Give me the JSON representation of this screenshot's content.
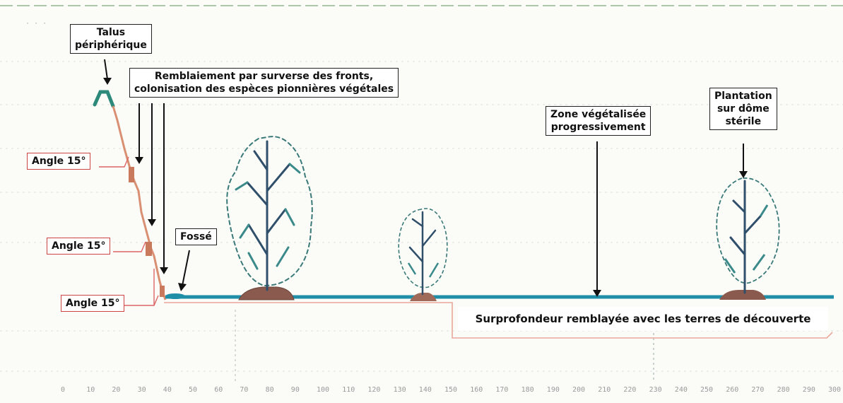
{
  "labels": {
    "talus": [
      "Talus",
      "périphérique"
    ],
    "remblaiement": [
      "Remblaiement par surverse des fronts,",
      "colonisation des espèces pionnières végétales"
    ],
    "zone": [
      "Zone végétalisée",
      "progressivement"
    ],
    "plantation": [
      "Plantation",
      "sur dôme",
      "stérile"
    ],
    "fosse": "Fossé",
    "angles": [
      "Angle 15°",
      "Angle 15°",
      "Angle 15°"
    ],
    "surprofondeur": "Surprofondeur remblayée avec les terres de découverte"
  },
  "x_ticks": [
    "0",
    "10",
    "20",
    "30",
    "40",
    "50",
    "60",
    "70",
    "80",
    "90",
    "100",
    "110",
    "120",
    "130",
    "140",
    "150",
    "160",
    "170",
    "180",
    "190",
    "200",
    "210",
    "220",
    "230",
    "240",
    "250",
    "260",
    "270",
    "280",
    "290",
    "300"
  ],
  "colors": {
    "water": "#1f8fa8",
    "soil": "#c97a5c",
    "mound": "#8a5a4f",
    "tree_outline": "#3a7a78",
    "trunk": "#2f4f6a",
    "talus": "#2d8a7a"
  }
}
